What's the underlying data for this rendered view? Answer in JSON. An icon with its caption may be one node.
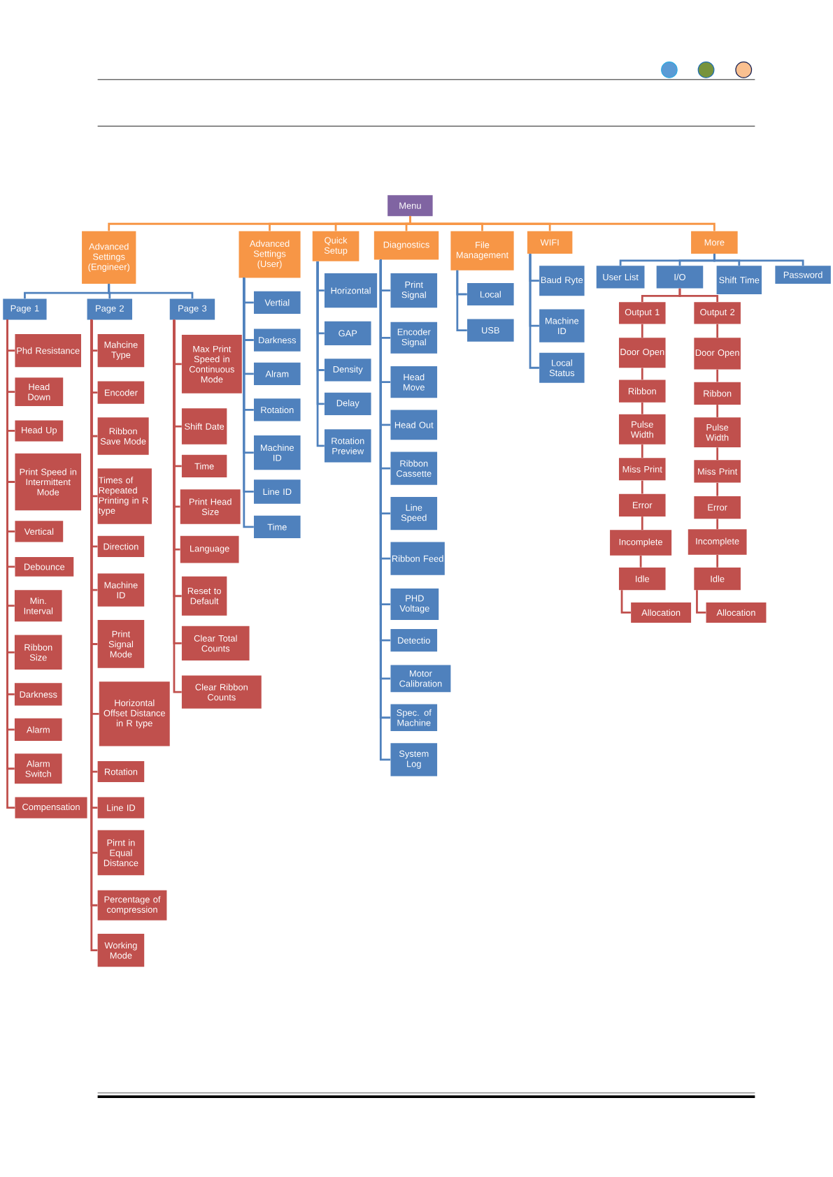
{
  "diagram": {
    "nodes": [
      {
        "text": [
          "Menu"
        ]
      },
      {
        "text": [
          "Advanced Settings (Engineer)"
        ]
      },
      {
        "text": [
          "Advanced Settings (User)"
        ]
      },
      {
        "text": [
          "Quick Setup"
        ]
      },
      {
        "text": [
          "Diagnostics"
        ]
      },
      {
        "text": [
          "File Management"
        ]
      },
      {
        "text": [
          "WIFI"
        ]
      },
      {
        "text": [
          "More"
        ]
      },
      {
        "text": [
          "Page 1"
        ]
      },
      {
        "text": [
          "Page 2"
        ]
      },
      {
        "text": [
          "Page 3"
        ]
      },
      {
        "text": [
          "Phd Resistance"
        ]
      },
      {
        "text": [
          "Head Down"
        ]
      },
      {
        "text": [
          "Head Up"
        ]
      },
      {
        "text": [
          "Print Speed in Intermittent Mode"
        ]
      },
      {
        "text": [
          "Vertical"
        ]
      },
      {
        "text": [
          "Debounce"
        ]
      },
      {
        "text": [
          "Min. Interval"
        ]
      },
      {
        "text": [
          "Ribbon Size"
        ]
      },
      {
        "text": [
          "Darkness"
        ]
      },
      {
        "text": [
          "Alarm"
        ]
      },
      {
        "text": [
          "Alarm Switch"
        ]
      },
      {
        "text": [
          "Compensation"
        ]
      },
      {
        "text": [
          "Mahcine Type"
        ]
      },
      {
        "text": [
          "Encoder"
        ]
      },
      {
        "text": [
          "Ribbon Save Mode"
        ]
      },
      {
        "text": [
          "Times of Repeated Printing in R type"
        ]
      },
      {
        "text": [
          "Direction"
        ]
      },
      {
        "text": [
          "Machine ID"
        ]
      },
      {
        "text": [
          "Print Signal Mode"
        ]
      },
      {
        "text": [
          "Horizontal Offset Distance in R type"
        ]
      },
      {
        "text": [
          "Rotation"
        ]
      },
      {
        "text": [
          "Line ID"
        ]
      },
      {
        "text": [
          "Pirnt in Equal Distance"
        ]
      },
      {
        "text": [
          "Percentage of compression"
        ]
      },
      {
        "text": [
          "Working Mode"
        ]
      },
      {
        "text": [
          "Max Print Speed in Continuous Mode"
        ]
      },
      {
        "text": [
          "Shift Date"
        ]
      },
      {
        "text": [
          "Time"
        ]
      },
      {
        "text": [
          "Print Head Size"
        ]
      },
      {
        "text": [
          "Language"
        ]
      },
      {
        "text": [
          "Reset to Default"
        ]
      },
      {
        "text": [
          "Clear Total Counts"
        ]
      },
      {
        "text": [
          "Clear Ribbon Counts"
        ]
      },
      {
        "text": [
          "Vertial"
        ]
      },
      {
        "text": [
          "Darkness"
        ]
      },
      {
        "text": [
          "Alram"
        ]
      },
      {
        "text": [
          "Rotation"
        ]
      },
      {
        "text": [
          "Machine ID"
        ]
      },
      {
        "text": [
          "Line ID"
        ]
      },
      {
        "text": [
          "Time"
        ]
      },
      {
        "text": [
          "Horizontal"
        ]
      },
      {
        "text": [
          "GAP"
        ]
      },
      {
        "text": [
          "Density"
        ]
      },
      {
        "text": [
          "Delay"
        ]
      },
      {
        "text": [
          "Rotation Preview"
        ]
      },
      {
        "text": [
          "Print Signal"
        ]
      },
      {
        "text": [
          "Encoder Signal"
        ]
      },
      {
        "text": [
          "Head Move"
        ]
      },
      {
        "text": [
          "Head Out"
        ]
      },
      {
        "text": [
          "Ribbon Cassette"
        ]
      },
      {
        "text": [
          "Line Speed"
        ]
      },
      {
        "text": [
          "Ribbon Feed"
        ]
      },
      {
        "text": [
          "PHD Voltage"
        ]
      },
      {
        "text": [
          "Detectio"
        ]
      },
      {
        "text": [
          "Motor Calibration"
        ]
      },
      {
        "text": [
          "Spec. of Machine"
        ]
      },
      {
        "text": [
          "System Log"
        ]
      },
      {
        "text": [
          "Local"
        ]
      },
      {
        "text": [
          "USB"
        ]
      },
      {
        "text": [
          "Baud Ryte"
        ]
      },
      {
        "text": [
          "Machine ID"
        ]
      },
      {
        "text": [
          "Local Status"
        ]
      },
      {
        "text": [
          "User List"
        ]
      },
      {
        "text": [
          "I/O"
        ]
      },
      {
        "text": [
          "Shift Time"
        ]
      },
      {
        "text": [
          "Password"
        ]
      },
      {
        "text": [
          "Output 1"
        ]
      },
      {
        "text": [
          "Door Open"
        ]
      },
      {
        "text": [
          "Ribbon"
        ]
      },
      {
        "text": [
          "Pulse Width"
        ]
      },
      {
        "text": [
          "Miss Print"
        ]
      },
      {
        "text": [
          "Error"
        ]
      },
      {
        "text": [
          "Incomplete"
        ]
      },
      {
        "text": [
          "Idle"
        ]
      },
      {
        "text": [
          "Allocation"
        ]
      },
      {
        "text": [
          "Output 2"
        ]
      },
      {
        "text": [
          "Door Open"
        ]
      },
      {
        "text": [
          "Ribbon"
        ]
      },
      {
        "text": [
          "Pulse Width"
        ]
      },
      {
        "text": [
          "Miss Print"
        ]
      },
      {
        "text": [
          "Error"
        ]
      },
      {
        "text": [
          "Incomplete"
        ]
      },
      {
        "text": [
          "Idle"
        ]
      },
      {
        "text": [
          "Allocation"
        ]
      }
    ],
    "edges": [
      {
        "from": 0,
        "to": 1,
        "arrow": "none",
        "color": "#f79646"
      },
      {
        "from": 0,
        "to": 2,
        "arrow": "none",
        "color": "#f79646"
      },
      {
        "from": 0,
        "to": 3,
        "arrow": "none",
        "color": "#f79646"
      },
      {
        "from": 0,
        "to": 4,
        "arrow": "none",
        "color": "#f79646"
      },
      {
        "from": 0,
        "to": 5,
        "arrow": "none",
        "color": "#f79646"
      },
      {
        "from": 0,
        "to": 6,
        "arrow": "none",
        "color": "#f79646"
      },
      {
        "from": 0,
        "to": 7,
        "arrow": "none",
        "color": "#f79646"
      },
      {
        "from": 1,
        "to": 8,
        "arrow": "none",
        "color": "#4f81bd"
      },
      {
        "from": 1,
        "to": 9,
        "arrow": "none",
        "color": "#4f81bd"
      },
      {
        "from": 1,
        "to": 10,
        "arrow": "none",
        "color": "#4f81bd"
      },
      {
        "from": 8,
        "to": 11,
        "arrow": "none"
      },
      {
        "from": 8,
        "to": 12,
        "arrow": "none"
      },
      {
        "from": 8,
        "to": 13,
        "arrow": "none"
      },
      {
        "from": 8,
        "to": 14,
        "arrow": "none"
      },
      {
        "from": 8,
        "to": 15,
        "arrow": "none"
      },
      {
        "from": 8,
        "to": 16,
        "arrow": "none"
      },
      {
        "from": 8,
        "to": 17,
        "arrow": "none"
      },
      {
        "from": 8,
        "to": 18,
        "arrow": "none"
      },
      {
        "from": 8,
        "to": 19,
        "arrow": "none"
      },
      {
        "from": 8,
        "to": 20,
        "arrow": "none"
      },
      {
        "from": 8,
        "to": 21,
        "arrow": "none"
      },
      {
        "from": 8,
        "to": 22,
        "arrow": "none"
      },
      {
        "from": 9,
        "to": 23,
        "arrow": "none"
      },
      {
        "from": 9,
        "to": 24,
        "arrow": "none"
      },
      {
        "from": 9,
        "to": 25,
        "arrow": "none"
      },
      {
        "from": 9,
        "to": 26,
        "arrow": "none"
      },
      {
        "from": 9,
        "to": 27,
        "arrow": "none"
      },
      {
        "from": 9,
        "to": 28,
        "arrow": "none"
      },
      {
        "from": 9,
        "to": 29,
        "arrow": "none"
      },
      {
        "from": 9,
        "to": 30,
        "arrow": "none"
      },
      {
        "from": 9,
        "to": 31,
        "arrow": "none"
      },
      {
        "from": 9,
        "to": 32,
        "arrow": "none"
      },
      {
        "from": 9,
        "to": 33,
        "arrow": "none"
      },
      {
        "from": 9,
        "to": 34,
        "arrow": "none"
      },
      {
        "from": 9,
        "to": 35,
        "arrow": "none"
      },
      {
        "from": 10,
        "to": 36,
        "arrow": "none"
      },
      {
        "from": 10,
        "to": 37,
        "arrow": "none"
      },
      {
        "from": 10,
        "to": 38,
        "arrow": "none"
      },
      {
        "from": 10,
        "to": 39,
        "arrow": "none"
      },
      {
        "from": 10,
        "to": 40,
        "arrow": "none"
      },
      {
        "from": 10,
        "to": 41,
        "arrow": "none"
      },
      {
        "from": 10,
        "to": 42,
        "arrow": "none"
      },
      {
        "from": 10,
        "to": 43,
        "arrow": "none"
      },
      {
        "from": 2,
        "to": 44,
        "arrow": "none",
        "color": "#4f81bd"
      },
      {
        "from": 2,
        "to": 45,
        "arrow": "none",
        "color": "#4f81bd"
      },
      {
        "from": 2,
        "to": 46,
        "arrow": "none",
        "color": "#4f81bd"
      },
      {
        "from": 2,
        "to": 47,
        "arrow": "none",
        "color": "#4f81bd"
      },
      {
        "from": 2,
        "to": 48,
        "arrow": "none",
        "color": "#4f81bd"
      },
      {
        "from": 2,
        "to": 49,
        "arrow": "none",
        "color": "#4f81bd"
      },
      {
        "from": 2,
        "to": 50,
        "arrow": "none",
        "color": "#4f81bd"
      },
      {
        "from": 3,
        "to": 51,
        "arrow": "none",
        "color": "#4f81bd"
      },
      {
        "from": 3,
        "to": 52,
        "arrow": "none",
        "color": "#4f81bd"
      },
      {
        "from": 3,
        "to": 53,
        "arrow": "none",
        "color": "#4f81bd"
      },
      {
        "from": 3,
        "to": 54,
        "arrow": "none",
        "color": "#4f81bd"
      },
      {
        "from": 3,
        "to": 55,
        "arrow": "none",
        "color": "#4f81bd"
      },
      {
        "from": 4,
        "to": 56,
        "arrow": "none",
        "color": "#4f81bd"
      },
      {
        "from": 4,
        "to": 57,
        "arrow": "none",
        "color": "#4f81bd"
      },
      {
        "from": 4,
        "to": 58,
        "arrow": "none",
        "color": "#4f81bd"
      },
      {
        "from": 4,
        "to": 59,
        "arrow": "none",
        "color": "#4f81bd"
      },
      {
        "from": 4,
        "to": 60,
        "arrow": "none",
        "color": "#4f81bd"
      },
      {
        "from": 4,
        "to": 61,
        "arrow": "none",
        "color": "#4f81bd"
      },
      {
        "from": 4,
        "to": 62,
        "arrow": "none",
        "color": "#4f81bd"
      },
      {
        "from": 4,
        "to": 63,
        "arrow": "none",
        "color": "#4f81bd"
      },
      {
        "from": 4,
        "to": 64,
        "arrow": "none",
        "color": "#4f81bd"
      },
      {
        "from": 4,
        "to": 65,
        "arrow": "none",
        "color": "#4f81bd"
      },
      {
        "from": 4,
        "to": 66,
        "arrow": "none",
        "color": "#4f81bd"
      },
      {
        "from": 4,
        "to": 67,
        "arrow": "none",
        "color": "#4f81bd"
      },
      {
        "from": 5,
        "to": 68,
        "arrow": "none",
        "color": "#4f81bd"
      },
      {
        "from": 5,
        "to": 69,
        "arrow": "none",
        "color": "#4f81bd"
      },
      {
        "from": 6,
        "to": 70,
        "arrow": "none",
        "color": "#4f81bd"
      },
      {
        "from": 6,
        "to": 71,
        "arrow": "none",
        "color": "#4f81bd"
      },
      {
        "from": 6,
        "to": 72,
        "arrow": "none",
        "color": "#4f81bd"
      },
      {
        "from": 7,
        "to": 73,
        "arrow": "none",
        "color": "#4f81bd"
      },
      {
        "from": 7,
        "to": 74,
        "arrow": "none",
        "color": "#4f81bd"
      },
      {
        "from": 7,
        "to": 75,
        "arrow": "none",
        "color": "#4f81bd"
      },
      {
        "from": 7,
        "to": 76,
        "arrow": "none",
        "color": "#4f81bd"
      },
      {
        "from": 74,
        "to": 77,
        "arrow": "none"
      },
      {
        "from": 74,
        "to": 86,
        "arrow": "none"
      },
      {
        "from": 77,
        "to": 78,
        "arrow": "none"
      },
      {
        "from": 78,
        "to": 79,
        "arrow": "none"
      },
      {
        "from": 79,
        "to": 80,
        "arrow": "none"
      },
      {
        "from": 80,
        "to": 81,
        "arrow": "none"
      },
      {
        "from": 81,
        "to": 82,
        "arrow": "none"
      },
      {
        "from": 82,
        "to": 83,
        "arrow": "none"
      },
      {
        "from": 83,
        "to": 84,
        "arrow": "none"
      },
      {
        "from": 84,
        "to": 85,
        "arrow": "none"
      },
      {
        "from": 86,
        "to": 87,
        "arrow": "none"
      },
      {
        "from": 87,
        "to": 88,
        "arrow": "none"
      },
      {
        "from": 88,
        "to": 89,
        "arrow": "none"
      },
      {
        "from": 89,
        "to": 90,
        "arrow": "none"
      },
      {
        "from": 90,
        "to": 91,
        "arrow": "none"
      },
      {
        "from": 91,
        "to": 92,
        "arrow": "none"
      },
      {
        "from": 92,
        "to": 93,
        "arrow": "none"
      },
      {
        "from": 93,
        "to": 94,
        "arrow": "none"
      }
    ]
  }
}
